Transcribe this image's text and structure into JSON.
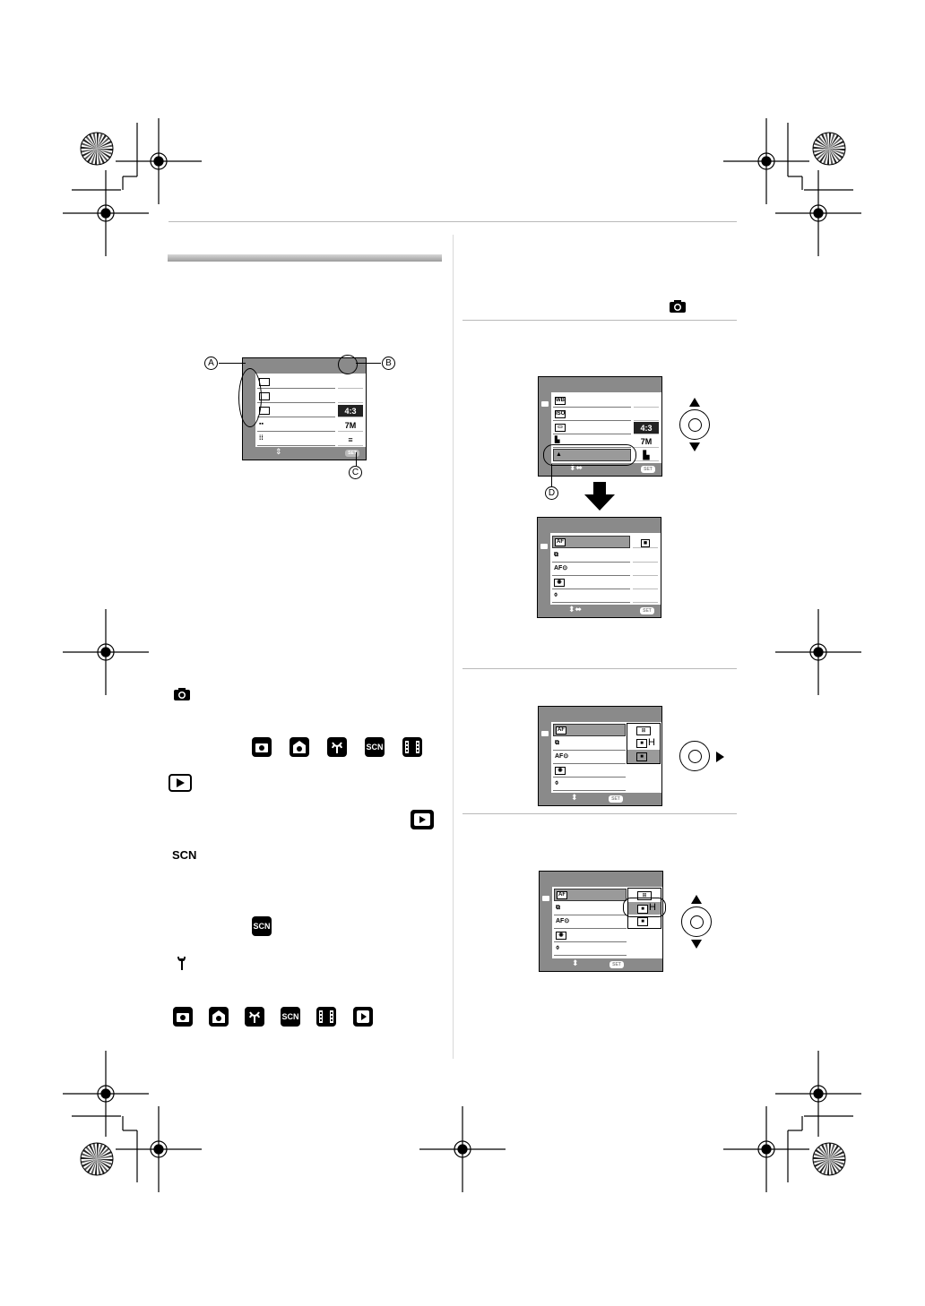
{
  "screens": {
    "screen1": {
      "values": [
        "",
        "",
        "4:3",
        "7M",
        "≡"
      ]
    },
    "screen2": {
      "values": [
        "",
        "",
        "4:3",
        "7M",
        "▙"
      ]
    },
    "screen3": {
      "values": [
        "■",
        "",
        "",
        "",
        ""
      ]
    }
  },
  "callouts": {
    "a": "A",
    "b": "B",
    "c": "C",
    "d": "D"
  },
  "row_icon_labels": {
    "wb": "WB",
    "iso": "ISO",
    "af": "AF",
    "afmode": "AF⊙"
  },
  "footer_badge": "SET",
  "mode_icons": {
    "scn": "SCN",
    "h": "H"
  }
}
